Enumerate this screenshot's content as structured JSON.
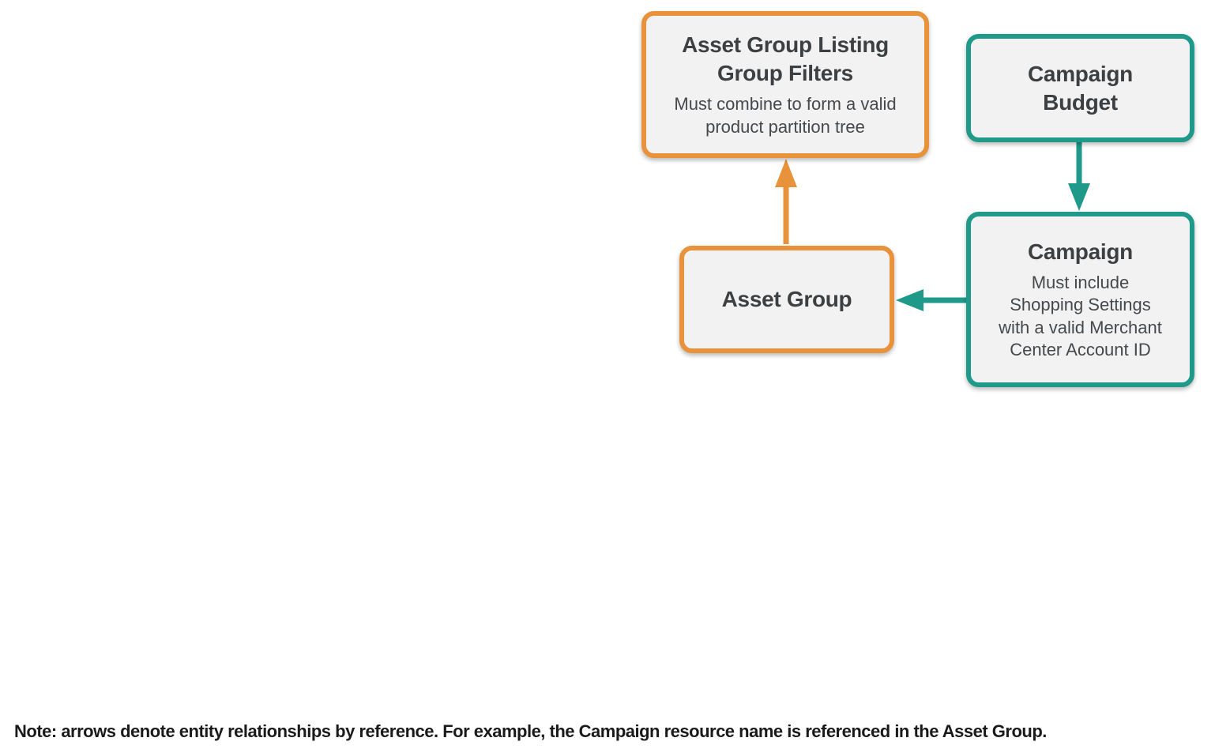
{
  "colors": {
    "orange": "#E8923C",
    "teal": "#1F998A",
    "box_bg": "#F2F2F2",
    "box_text": "#3C4043",
    "note_text": "#1A1A1A"
  },
  "boxes": {
    "listing_filters": {
      "title": "Asset Group Listing\nGroup Filters",
      "subtitle": "Must combine to form a valid\nproduct partition tree"
    },
    "campaign_budget": {
      "title": "Campaign\nBudget"
    },
    "asset_group": {
      "title": "Asset Group"
    },
    "campaign": {
      "title": "Campaign",
      "subtitle": "Must include\nShopping Settings\nwith a valid Merchant\nCenter Account ID"
    }
  },
  "arrows": [
    {
      "name": "asset-group-to-listing-filters",
      "from": "Asset Group",
      "to": "Asset Group Listing Group Filters",
      "color": "orange",
      "direction": "up"
    },
    {
      "name": "campaign-budget-to-campaign",
      "from": "Campaign Budget",
      "to": "Campaign",
      "color": "teal",
      "direction": "down"
    },
    {
      "name": "campaign-to-asset-group",
      "from": "Campaign",
      "to": "Asset Group",
      "color": "teal",
      "direction": "left"
    }
  ],
  "note": "Note: arrows denote entity relationships by reference. For example, the Campaign resource name is referenced in the Asset Group."
}
